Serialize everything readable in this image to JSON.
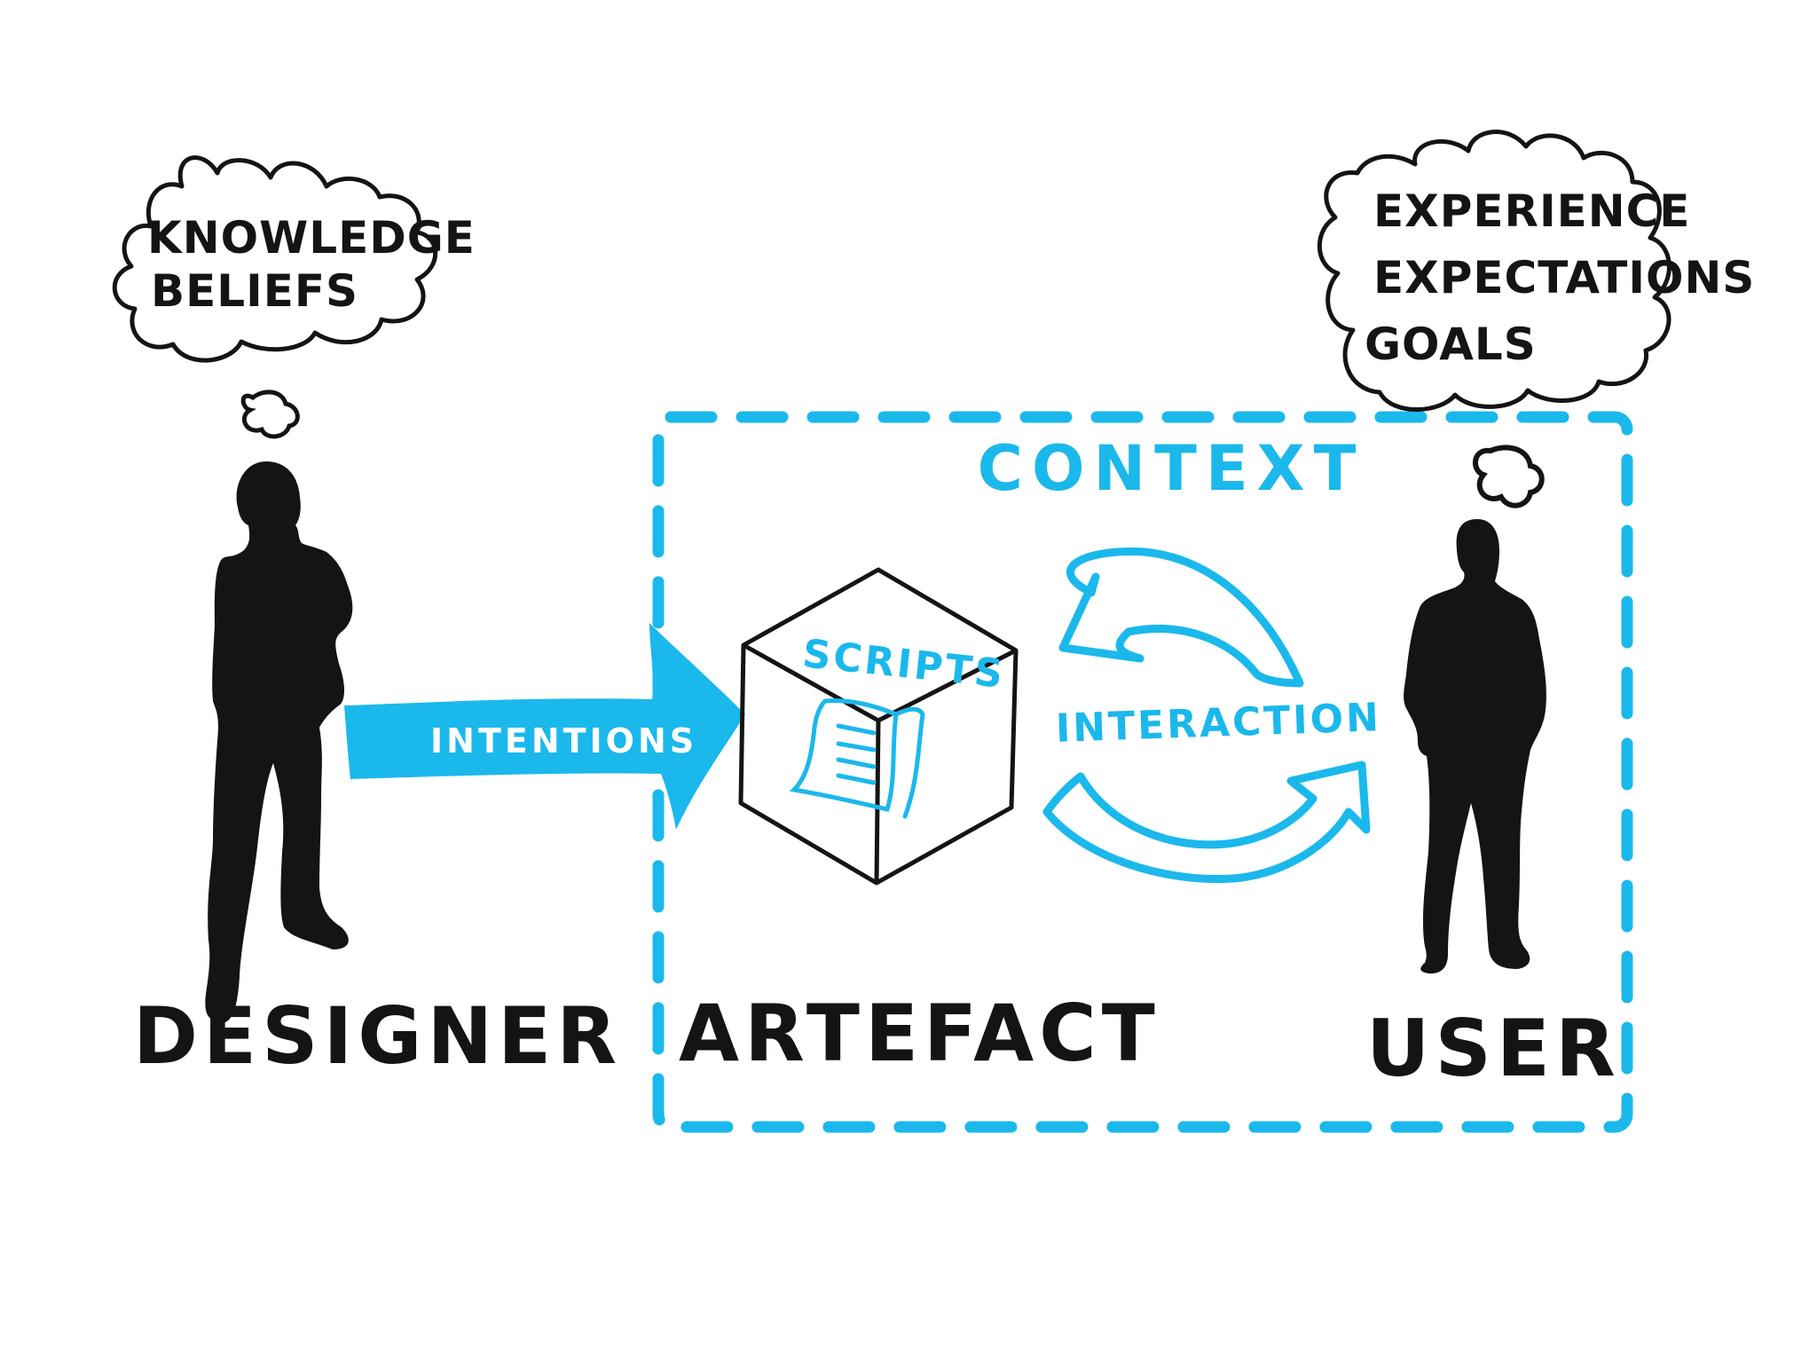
{
  "colors": {
    "ink": "#141414",
    "accent": "#1bb8ec",
    "arrow_fill": "#1bb8ec",
    "background": "#ffffff"
  },
  "designer": {
    "label": "DESIGNER",
    "thought": [
      "KNOWLEDGE",
      "BELIEFS"
    ]
  },
  "user": {
    "label": "USER",
    "thought": [
      "EXPERIENCE",
      "EXPECTATIONS",
      "GOALS"
    ]
  },
  "artefact": {
    "label": "ARTEFACT",
    "cube_label": "SCRIPTS"
  },
  "context": {
    "label": "CONTEXT"
  },
  "flows": {
    "intentions_label": "INTENTIONS",
    "interaction_label": "INTERACTION"
  },
  "icons": [
    "person-silhouette-icon",
    "thought-cloud-icon",
    "cube-icon",
    "document-icon",
    "cycle-arrows-icon"
  ]
}
